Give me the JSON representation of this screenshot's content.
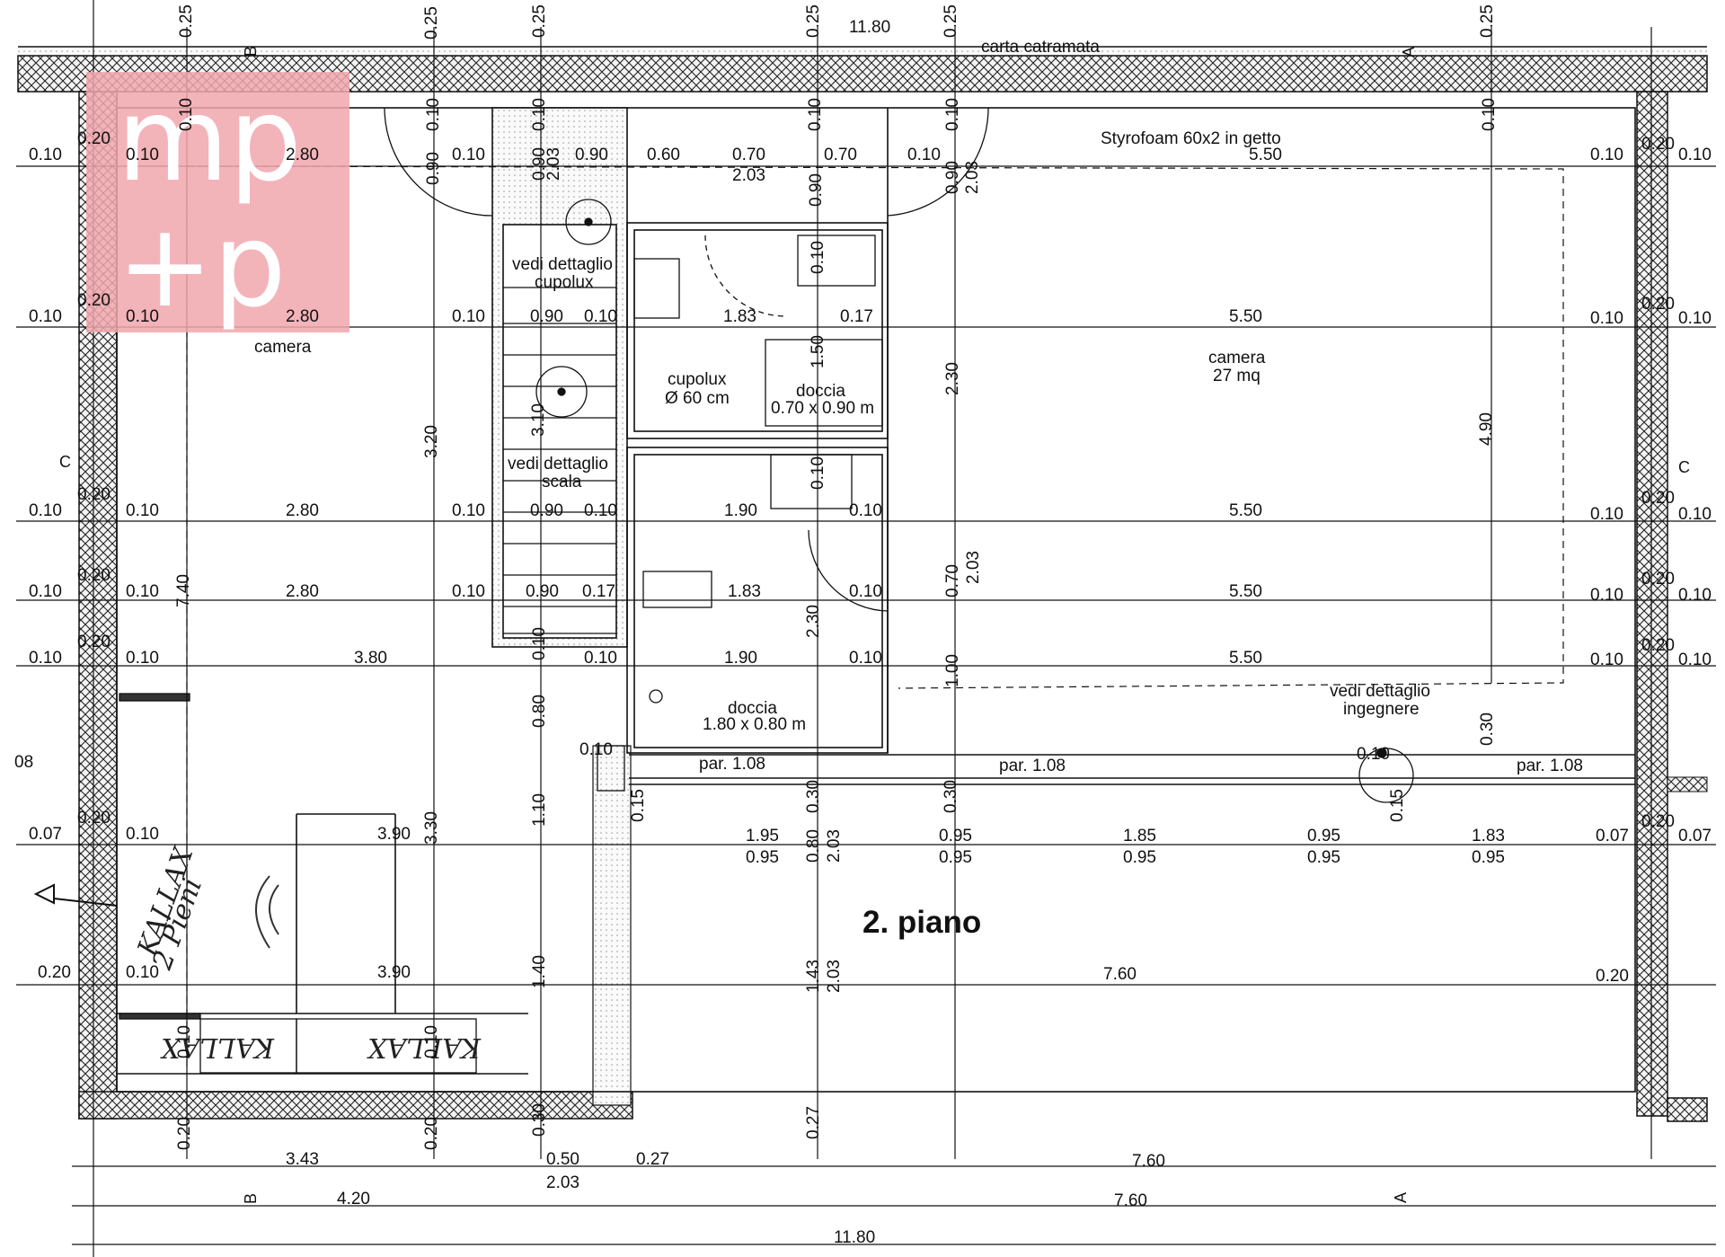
{
  "logo": {
    "line1": "mp",
    "line2": "+p",
    "color": "#f1a7ad"
  },
  "roof_note": "carta catramata",
  "insulation_note": "Styrofoam 60x2 in getto",
  "floor_label": "2. piano",
  "rooms": {
    "camera_left": "camera",
    "camera_right_name": "camera",
    "camera_right_area": "27 mq",
    "cupolux_name": "cupolux",
    "cupolux_size": "Ø 60 cm",
    "doccia_small_name": "doccia",
    "doccia_small_size": "0.70 x 0.90 m",
    "doccia_large_name": "doccia",
    "doccia_large_size": "1.80 x 0.80 m"
  },
  "details": {
    "cupolux_1": "vedi dettaglio",
    "cupolux_2": "cupolux",
    "scala_1": "vedi dettaglio",
    "scala_2": "scala",
    "ing_1": "vedi dettaglio",
    "ing_2": "ingegnere"
  },
  "parapets": [
    "par. 1.08",
    "par. 1.08",
    "par. 1.08"
  ],
  "handwritten": {
    "kallax_1": "KALLAX",
    "kallax_2": "KALLAX",
    "kallax_3": "KALLAX",
    "pieni": "2 Pieni"
  },
  "section_marks": {
    "b_top": "B",
    "a_top": "A",
    "c_left": "C",
    "c_right": "C",
    "b_bottom": "B",
    "a_bottom": "A"
  },
  "dims_top": [
    "0.25",
    "11.80",
    "0.25",
    "0.25",
    "0.25",
    "0.25",
    "0.25"
  ],
  "dims_vertical_top": [
    "0.10",
    "0.10",
    "0.10",
    "0.10",
    "0.10",
    "0.10",
    "0.90",
    "0.90",
    "0.90",
    "2.03",
    "2.03",
    "0.90"
  ],
  "row1": [
    "0.10",
    "0.20",
    "0.10",
    "2.80",
    "0.10",
    "0.90",
    "0.60",
    "0.70",
    "0.70",
    "0.10",
    "5.50",
    "0.10",
    "0.20",
    "0.10",
    "2.03"
  ],
  "row2": [
    "0.10",
    "0.20",
    "0.10",
    "2.80",
    "0.10",
    "0.90",
    "0.10",
    "1.83",
    "0.17",
    "5.50",
    "0.10",
    "0.20",
    "0.10"
  ],
  "row3": [
    "0.10",
    "0.20",
    "0.10",
    "2.80",
    "0.10",
    "0.90",
    "0.10",
    "1.90",
    "0.10",
    "5.50",
    "0.10",
    "0.20",
    "0.10"
  ],
  "row4": [
    "0.10",
    "0.20",
    "0.10",
    "2.80",
    "0.10",
    "0.90",
    "0.17",
    "1.83",
    "0.10",
    "5.50",
    "0.10",
    "0.20",
    "0.10"
  ],
  "row5": [
    "0.10",
    "0.20",
    "0.10",
    "3.80",
    "0.10",
    "1.90",
    "0.10",
    "5.50",
    "0.10",
    "0.20",
    "0.10"
  ],
  "row6": [
    "0.07",
    "0.20",
    "0.10",
    "3.90",
    "1.95",
    "0.95",
    "0.95",
    "0.95",
    "1.85",
    "0.95",
    "0.95",
    "0.95",
    "1.83",
    "0.95",
    "0.07",
    "0.20",
    "0.07"
  ],
  "row7": [
    "0.20",
    "0.10",
    "3.90",
    "7.60",
    "0.20"
  ],
  "left_edge": "08",
  "verticals": [
    "3.20",
    "3.10",
    "2.30",
    "4.90",
    "7.40",
    "1.50",
    "0.10",
    "0.10",
    "0.70",
    "2.03",
    "2.30",
    "1.00",
    "0.30",
    "0.30",
    "0.30",
    "0.80",
    "0.10",
    "1.10",
    "0.80",
    "2.03",
    "3.30",
    "1.40",
    "1.43",
    "2.03",
    "0.27",
    "0.30",
    "0.10",
    "0.20",
    "0.20",
    "0.10",
    "0.15",
    "0.15",
    "0.10",
    "0.10"
  ],
  "bottom1": [
    "3.43",
    "0.50",
    "0.27",
    "7.60"
  ],
  "bottom1_sub": "2.03",
  "bottom2": [
    "4.20",
    "7.60"
  ],
  "bottom3": "11.80"
}
